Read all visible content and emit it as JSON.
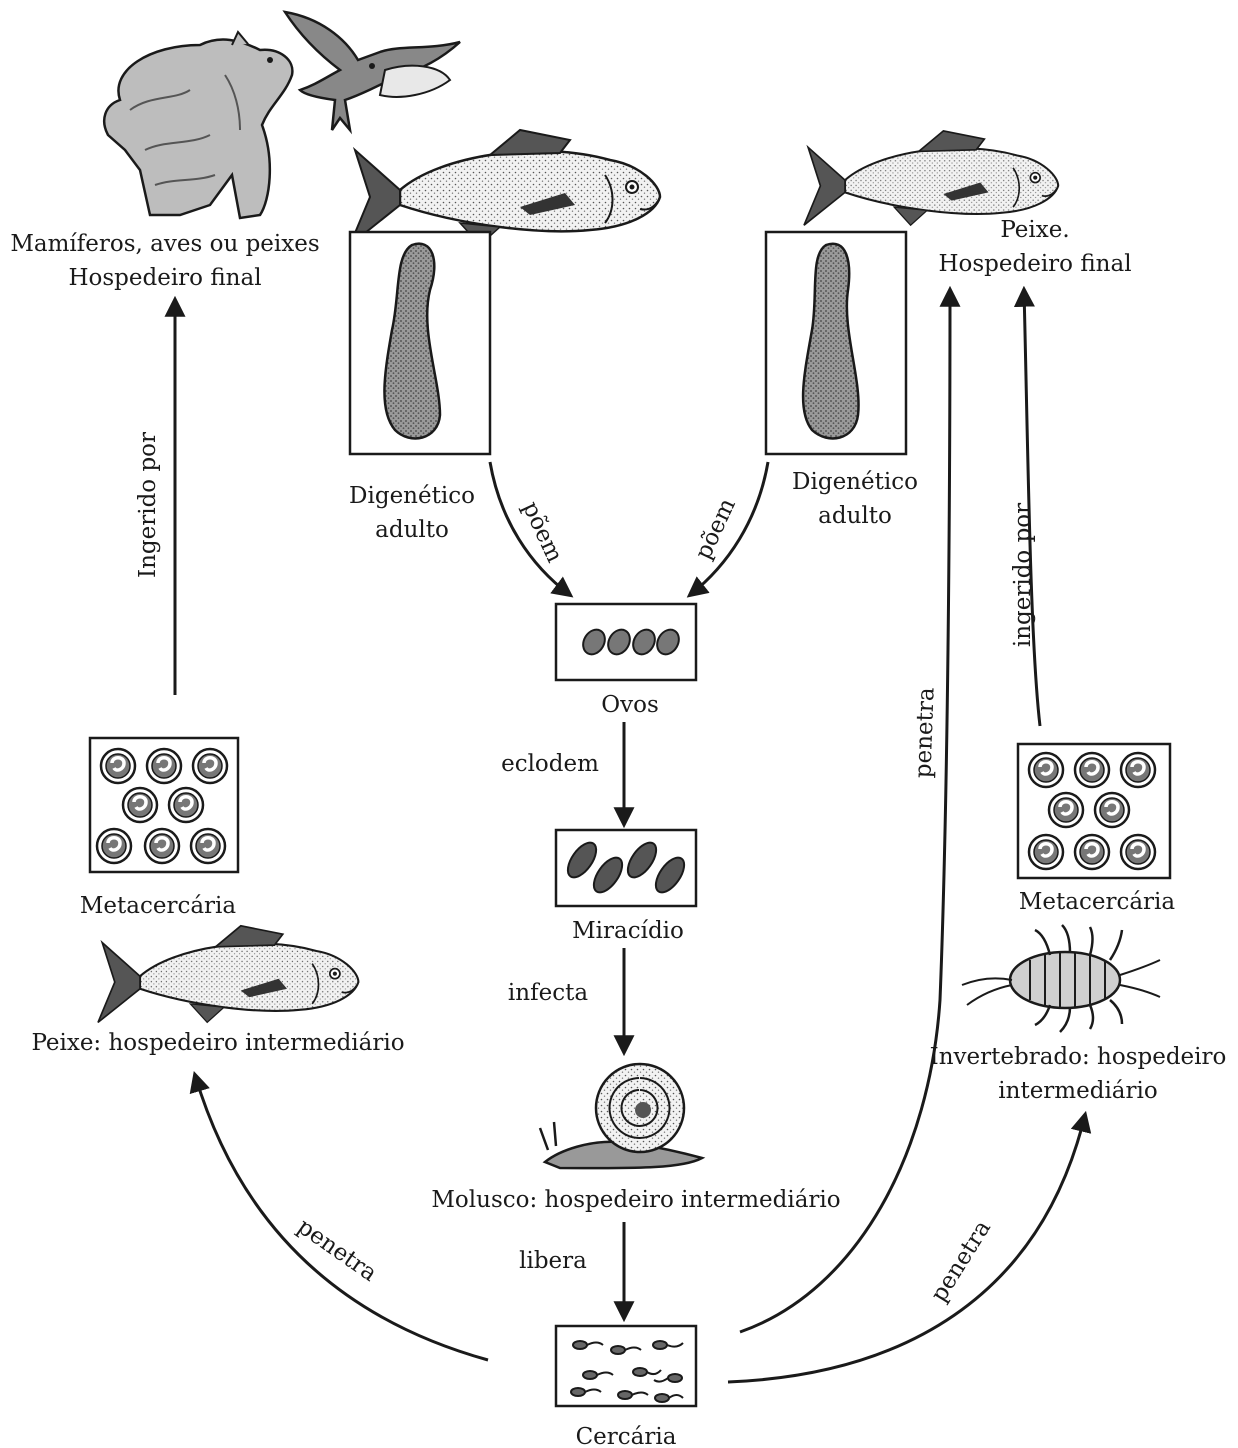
{
  "nodes": {
    "hosp_final_esq_l1": "Mamíferos, aves ou peixes",
    "hosp_final_esq_l2": "Hospedeiro final",
    "hosp_final_dir_l1": "Peixe.",
    "hosp_final_dir_l2": "Hospedeiro final",
    "digenetico_esq_l1": "Digenético",
    "digenetico_esq_l2": "adulto",
    "digenetico_dir_l1": "Digenético",
    "digenetico_dir_l2": "adulto",
    "ovos": "Ovos",
    "miracidio": "Miracídio",
    "molusco": "Molusco: hospedeiro intermediário",
    "cercaria": "Cercária",
    "metacercaria_esq": "Metacercária",
    "metacercaria_dir": "Metacercária",
    "peixe_interm": "Peixe: hospedeiro intermediário",
    "invert_l1": "Invertebrado: hospedeiro",
    "invert_l2": "intermediário"
  },
  "edges": {
    "ingerido_esq": "Ingerido por",
    "ingerido_dir": "ingerido por",
    "poem_esq": "põem",
    "poem_dir": "põem",
    "eclodem": "eclodem",
    "infecta": "infecta",
    "libera": "libera",
    "penetra_esq": "penetra",
    "penetra_centro": "penetra",
    "penetra_dir": "penetra"
  },
  "illustrations": [
    "bear-illustration",
    "bird-illustration",
    "fish-illustration",
    "fluke-illustration",
    "egg-illustration",
    "miracidium-illustration",
    "snail-illustration",
    "cercaria-illustration",
    "metacercaria-illustration",
    "invertebrate-illustration"
  ]
}
